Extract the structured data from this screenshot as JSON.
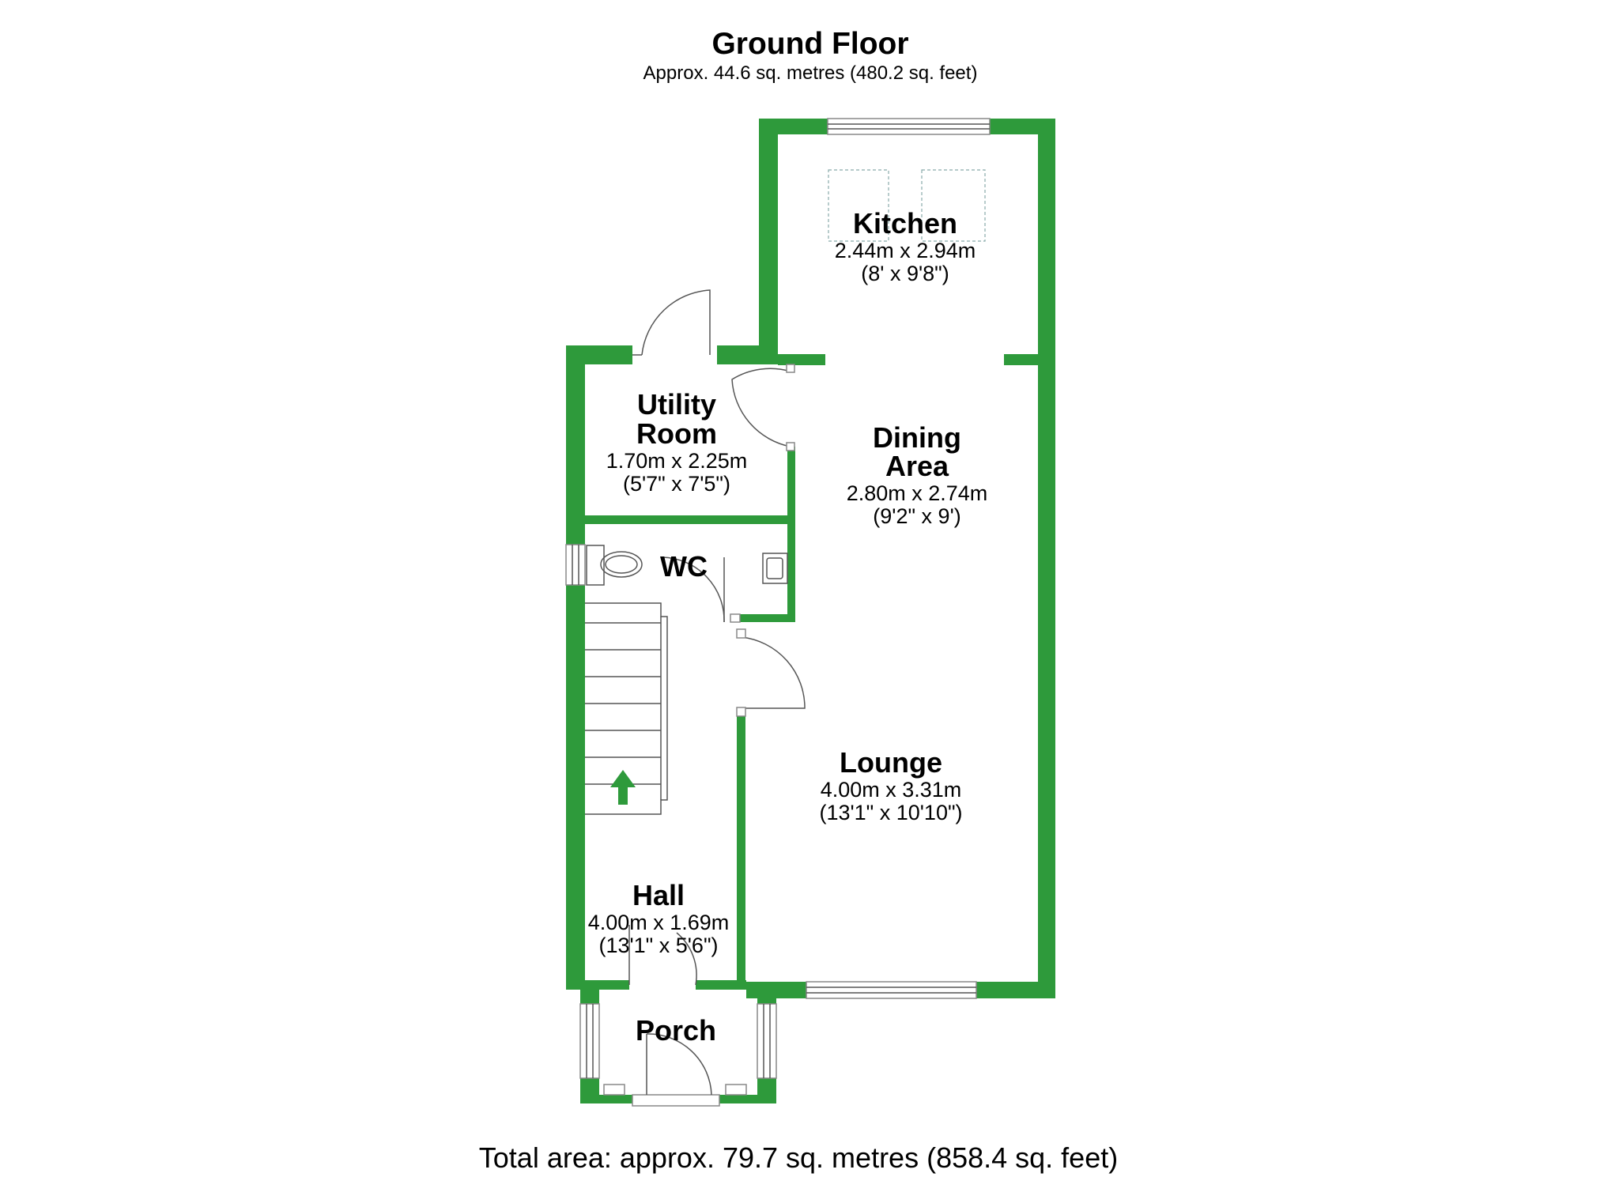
{
  "header": {
    "title": "Ground Floor",
    "subtitle": "Approx. 44.6 sq. metres (480.2 sq. feet)"
  },
  "rooms": {
    "kitchen": {
      "name": "Kitchen",
      "metric": "2.44m x 2.94m",
      "imperial": "(8' x 9'8\")"
    },
    "dining": {
      "name_line1": "Dining",
      "name_line2": "Area",
      "metric": "2.80m x 2.74m",
      "imperial": "(9'2\" x 9')"
    },
    "utility": {
      "name_line1": "Utility",
      "name_line2": "Room",
      "metric": "1.70m x 2.25m",
      "imperial": "(5'7\" x 7'5\")"
    },
    "wc": {
      "name": "WC"
    },
    "lounge": {
      "name": "Lounge",
      "metric": "4.00m x 3.31m",
      "imperial": "(13'1\" x 10'10\")"
    },
    "hall": {
      "name": "Hall",
      "metric": "4.00m x 1.69m",
      "imperial": "(13'1\" x 5'6\")"
    },
    "porch": {
      "name": "Porch"
    }
  },
  "footer": {
    "total": "Total area: approx. 79.7 sq. metres (858.4 sq. feet)"
  },
  "colors": {
    "wall": "#2e9a3b",
    "arrow": "#2e9a3b"
  }
}
